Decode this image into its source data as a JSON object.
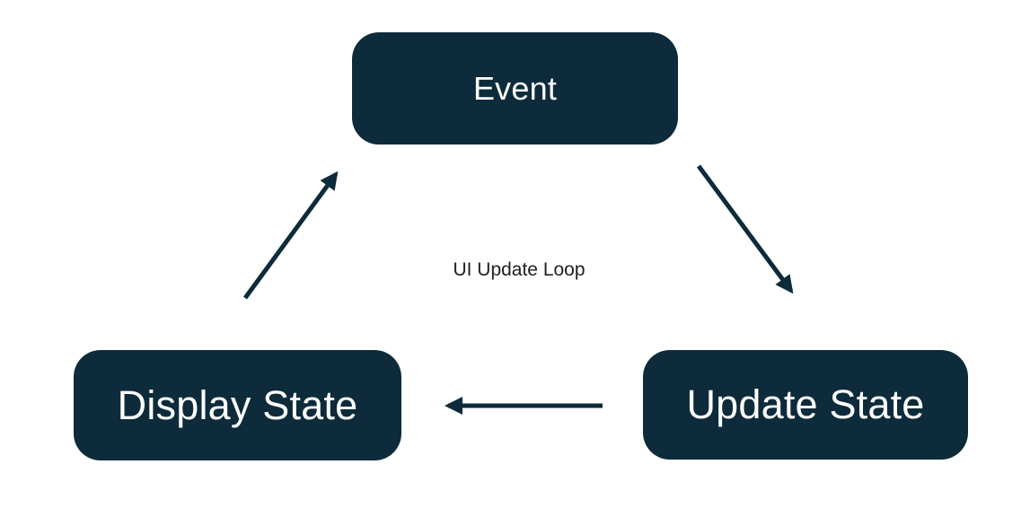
{
  "diagram": {
    "center_label": "UI Update Loop",
    "nodes": [
      {
        "id": "event",
        "label": "Event"
      },
      {
        "id": "display-state",
        "label": "Display State"
      },
      {
        "id": "update-state",
        "label": "Update State"
      }
    ],
    "edges": [
      {
        "from": "display-state",
        "to": "event"
      },
      {
        "from": "event",
        "to": "update-state"
      },
      {
        "from": "update-state",
        "to": "display-state"
      }
    ],
    "colors": {
      "node_fill": "#0D2B3A",
      "node_text": "#FFFFFF",
      "arrow": "#0D2B3A",
      "label_text": "#202124",
      "background": "#FFFFFF"
    }
  }
}
